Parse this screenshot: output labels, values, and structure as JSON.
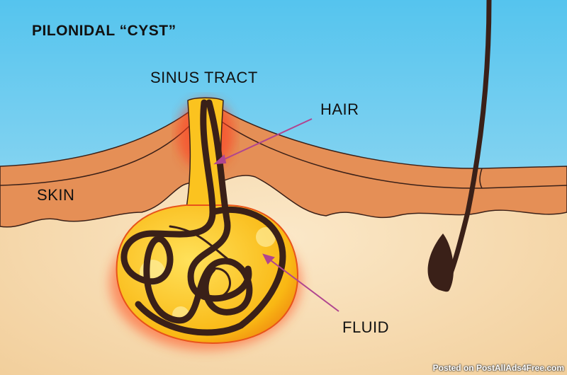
{
  "title": "PILONIDAL “CYST”",
  "labels": {
    "sinus_tract": "SINUS TRACT",
    "hair": "HAIR",
    "skin": "SKIN",
    "fluid": "FLUID"
  },
  "watermark": "Posted on PostAllAds4Free.com",
  "colors": {
    "sky_top": "#55c4ee",
    "sky_bottom": "#b9e4f4",
    "skin": "#e58f56",
    "tissue": "#f6dcb2",
    "cyst": "#fbc31f",
    "hair": "#3a2018",
    "arrow": "#b0458f"
  }
}
